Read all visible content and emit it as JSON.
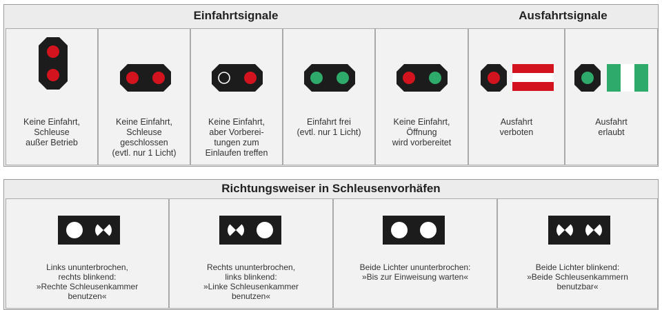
{
  "headers": {
    "entry": "Einfahrtsignale",
    "exit": "Ausfahrtsignale",
    "direction": "Richtungsweiser in Schleusenvorhäfen"
  },
  "entry_signals": [
    {
      "caption": "Keine Einfahrt,\nSchleuse\naußer Betrieb"
    },
    {
      "caption": "Keine Einfahrt,\nSchleuse\ngeschlossen\n(evtl. nur 1 Licht)"
    },
    {
      "caption": "Keine Einfahrt,\naber Vorberei-\ntungen zum\nEinlaufen treffen"
    },
    {
      "caption": "Einfahrt frei\n(evtl. nur 1 Licht)"
    },
    {
      "caption": "Keine Einfahrt,\nÖffnung\nwird vorbereitet"
    }
  ],
  "exit_signals": [
    {
      "caption": "Ausfahrt\nverboten"
    },
    {
      "caption": "Ausfahrt\nerlaubt"
    }
  ],
  "direction_signals": [
    {
      "caption": "Links ununterbrochen,\nrechts blinkend:\n»Rechte Schleusenkammer\nbenutzen«"
    },
    {
      "caption": "Rechts ununterbrochen,\nlinks blinkend:\n»Linke Schleusenkammer\nbenutzen«"
    },
    {
      "caption": "Beide Lichter ununterbrochen:\n»Bis zur Einweisung warten«"
    },
    {
      "caption": "Beide Lichter blinkend:\n»Beide Schleusenkammern\nbenutzbar«"
    }
  ],
  "colors": {
    "red": "#d3141e",
    "green": "#2eaa6a",
    "housing": "#1c1c1c",
    "white_light": "#ffffff"
  }
}
